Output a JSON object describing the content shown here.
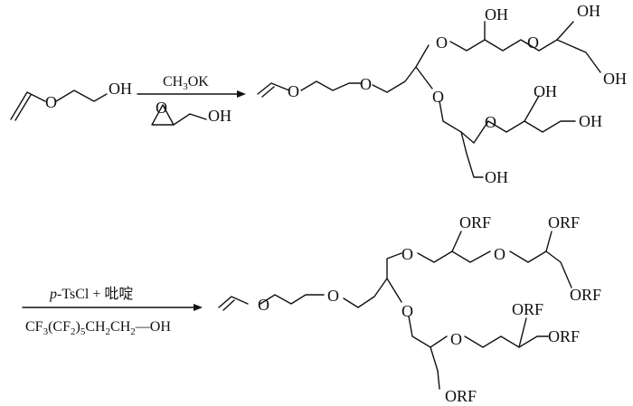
{
  "step1": {
    "reagent_parts": [
      "CH",
      "3",
      "OK"
    ],
    "epoxide_label": "OH",
    "start_label": "OH",
    "oxygen": "O"
  },
  "step2": {
    "reagent_italic": "p",
    "reagent_rest": "-TsCl + 吡啶",
    "solvent_parts": [
      "CF",
      "3",
      "(CF",
      "2",
      ")",
      "5",
      "CH",
      "2",
      "CH",
      "2",
      "—OH"
    ],
    "oxygen": "O"
  },
  "product1_labels": [
    "OH",
    "OH",
    "OH",
    "OH",
    "OH",
    "OH"
  ],
  "product2_labels": [
    "ORF",
    "ORF",
    "ORF",
    "ORF",
    "ORF",
    "ORF"
  ]
}
